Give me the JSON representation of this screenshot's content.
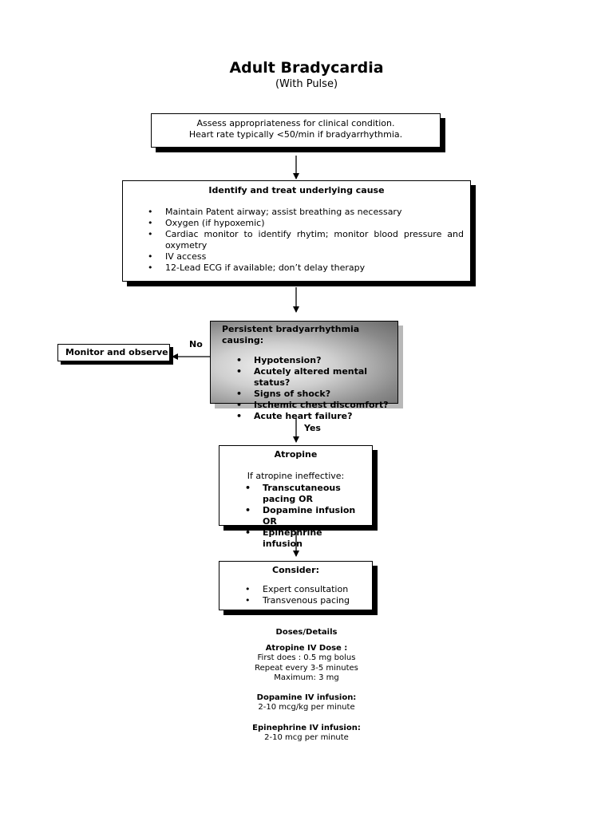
{
  "header": {
    "title": "Adult Bradycardia",
    "subtitle": "(With Pulse)"
  },
  "assess": {
    "line1": "Assess appropriateness for clinical condition.",
    "line2": "Heart rate typically <50/min if bradyarrhythmia."
  },
  "identify": {
    "heading": "Identify and treat underlying cause",
    "items": [
      "Maintain Patent airway; assist breathing as necessary",
      "Oxygen (if hypoxemic)",
      "Cardiac monitor to identify rhytim; monitor blood pressure and oxymetry",
      "IV access",
      "12-Lead ECG if available; don’t delay therapy"
    ]
  },
  "persistent": {
    "heading": "Persistent bradyarrhythmia causing:",
    "items": [
      "Hypotension?",
      "Acutely altered mental status?",
      "Signs of shock?",
      "Ischemic chest discomfort?",
      "Acute heart failure?"
    ]
  },
  "branches": {
    "no": "No",
    "yes": "Yes"
  },
  "monitor": {
    "label": "Monitor and observe"
  },
  "atropine": {
    "heading": "Atropine",
    "sub": "If atropine ineffective:",
    "items": [
      "Transcutaneous pacing OR",
      "Dopamine infusion OR",
      "Epinephrine infusion"
    ]
  },
  "consider": {
    "heading": "Consider:",
    "items": [
      "Expert consultation",
      "Transvenous pacing"
    ]
  },
  "doses": {
    "heading": "Doses/Details",
    "atropine_heading": "Atropine IV Dose :",
    "atropine_lines": [
      "First does : 0.5 mg bolus",
      "Repeat every 3-5 minutes",
      "Maximum: 3 mg"
    ],
    "dopamine_heading": "Dopamine IV infusion:",
    "dopamine_line": "2-10 mcg/kg per minute",
    "epinephrine_heading": "Epinephrine IV infusion:",
    "epinephrine_line": "2-10 mcg per minute"
  }
}
